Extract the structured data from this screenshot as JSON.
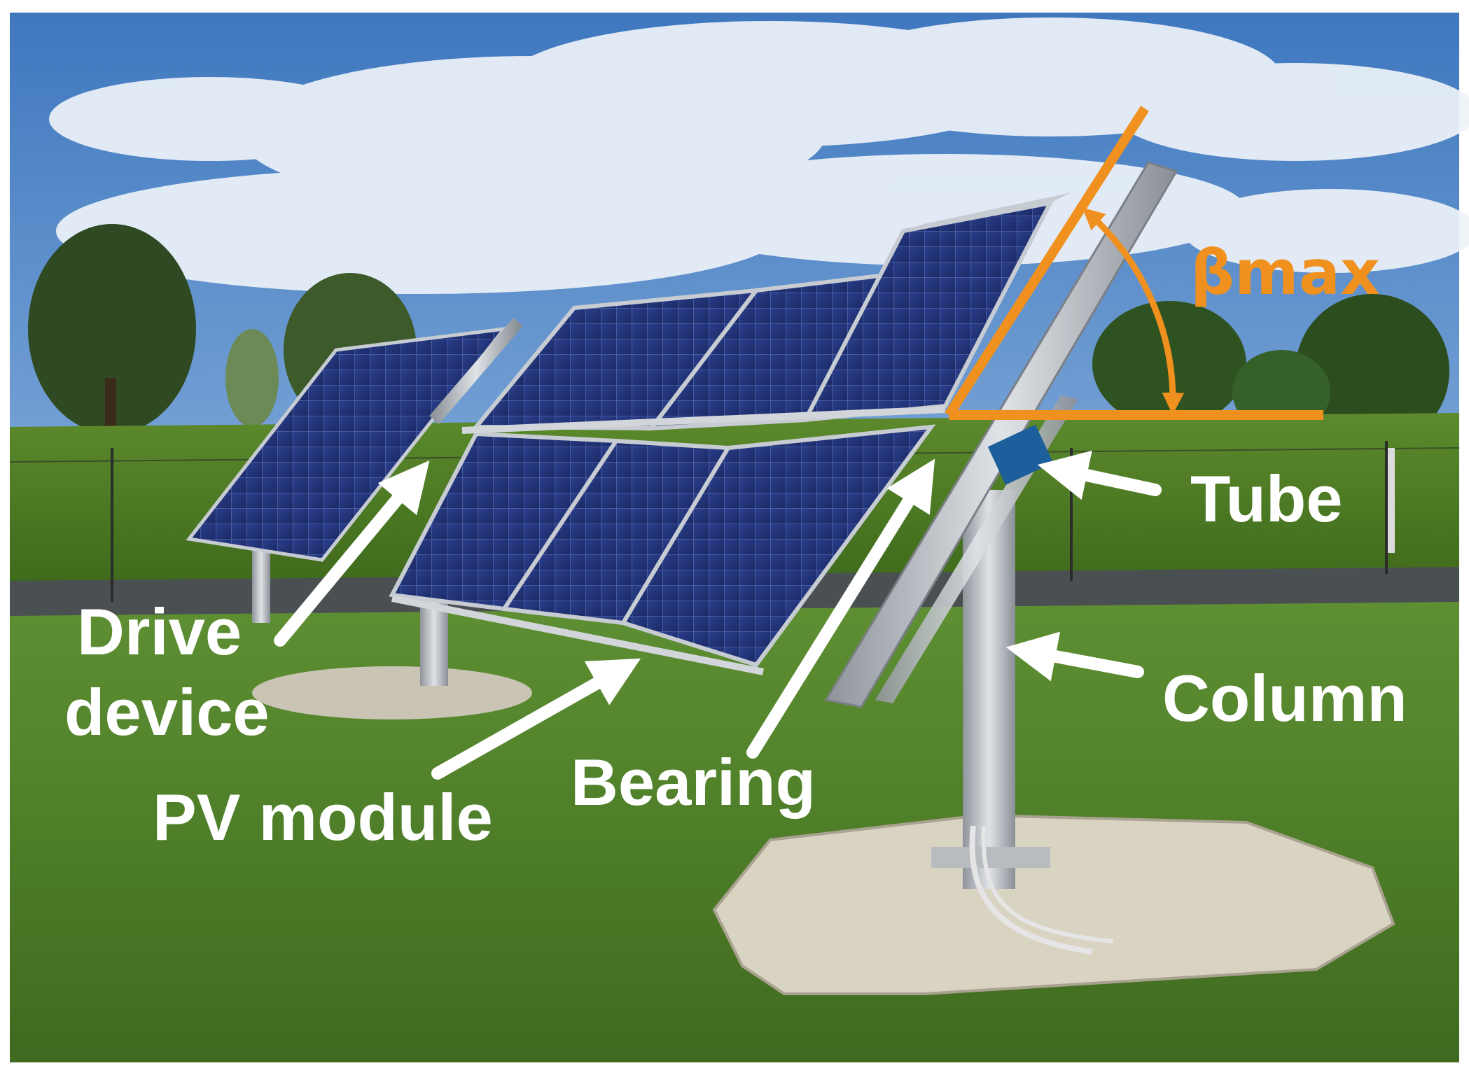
{
  "figure": {
    "annotation_color": "#f0901e",
    "label_color": "#ffffff",
    "labels": {
      "drive_device_line1": "Drive",
      "drive_device_line2": "device",
      "pv_module": "PV module",
      "bearing": "Bearing",
      "tube": "Tube",
      "column": "Column",
      "beta_max": "βmax"
    }
  }
}
